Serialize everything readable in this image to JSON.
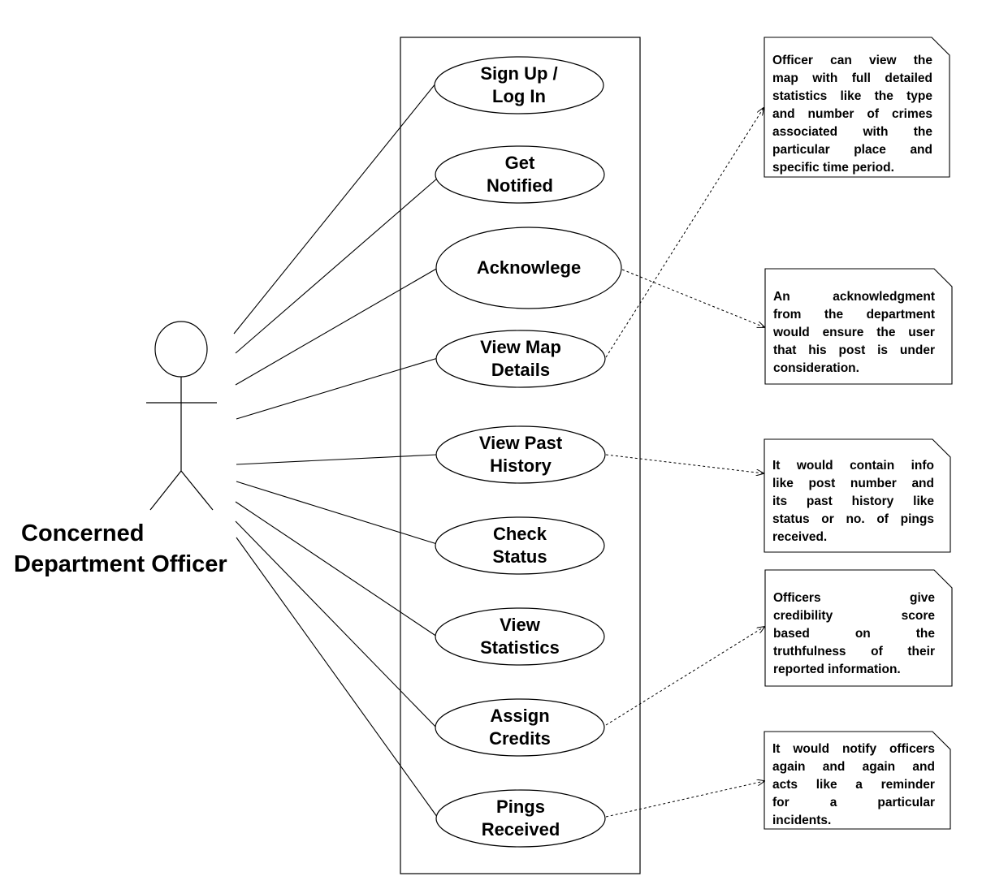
{
  "actor": {
    "label_lines": [
      "Concerned",
      "Department Officer"
    ]
  },
  "use_cases": [
    {
      "lines": [
        "Sign Up /",
        "Log In"
      ]
    },
    {
      "lines": [
        "Get",
        "Notified"
      ]
    },
    {
      "lines": [
        "Acknowlege"
      ]
    },
    {
      "lines": [
        "View Map",
        "Details"
      ]
    },
    {
      "lines": [
        "View Past",
        "History"
      ]
    },
    {
      "lines": [
        "Check",
        "Status"
      ]
    },
    {
      "lines": [
        "View",
        "Statistics"
      ]
    },
    {
      "lines": [
        "Assign",
        "Credits"
      ]
    },
    {
      "lines": [
        "Pings",
        "Received"
      ]
    }
  ],
  "notes": [
    {
      "lines": [
        "Officer can view the",
        "map with full detailed",
        "statistics like the type",
        "and number of crimes",
        "associated with the",
        "particular place and",
        "specific time period."
      ]
    },
    {
      "lines": [
        "An acknowledgment",
        "from the department",
        "would ensure the user",
        "that his post is under",
        "consideration."
      ]
    },
    {
      "lines": [
        "It would contain info",
        "like post number and",
        "its past history like",
        "status or no. of pings",
        "received."
      ]
    },
    {
      "lines": [
        "Officers give",
        "credibility score",
        "based on the",
        "truthfulness of their",
        "reported information."
      ]
    },
    {
      "lines": [
        "It would notify officers",
        "again and again and",
        "acts like a reminder",
        "for a particular",
        "incidents."
      ]
    }
  ]
}
